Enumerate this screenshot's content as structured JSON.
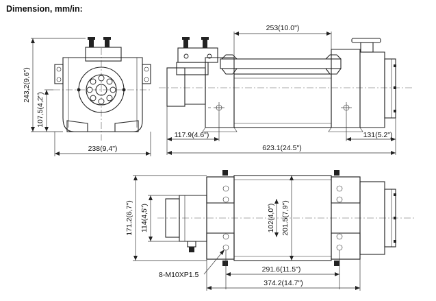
{
  "heading": "Dimension, mm/in:",
  "dimensions": {
    "front_height": "243,2(9,6\")",
    "front_center_height": "107,5(4,2\")",
    "front_width": "238(9,4\")",
    "drum_length_top": "253(10.0\")",
    "motor_offset": "117.9(4.6\")",
    "overall_length": "623.1(24.5\")",
    "gearbox_length": "131(5.2\")",
    "base_depth": "171.2(6,7\")",
    "motor_width": "114(4,5\")",
    "drum_diameter": "102(4,0\")",
    "flange_spacing": "201.5(7,9\")",
    "bolt_spacing": "291.6(11.5\")",
    "base_length": "374.2(14.7\")",
    "bolt_callout": "8-M10XP1.5"
  }
}
